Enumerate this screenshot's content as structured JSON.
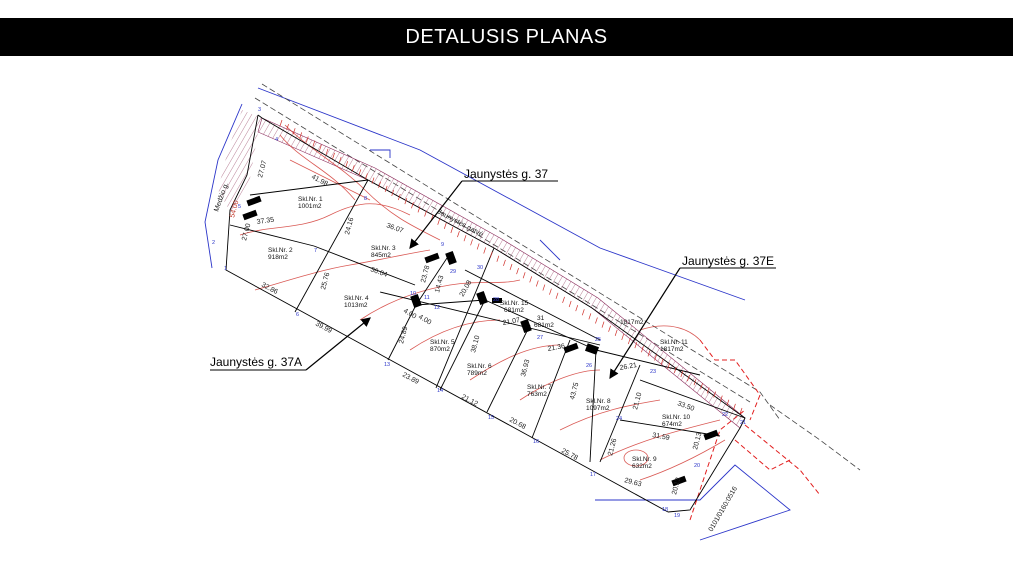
{
  "title": "DETALUSIS PLANAS",
  "callouts": {
    "a": "Jaunystės g. 37",
    "b": "Jaunystės g. 37E",
    "c": "Jaunystės g. 37A"
  },
  "road_name": "Jaunystės gatvė",
  "side_road": "Medžio g.",
  "cadastre": "0101/0160:0516",
  "plots": [
    {
      "nr": "Skl.Nr. 1",
      "area": "1001m2"
    },
    {
      "nr": "Skl.Nr. 2",
      "area": "918m2"
    },
    {
      "nr": "Skl.Nr. 3",
      "area": "845m2"
    },
    {
      "nr": "Skl.Nr. 4",
      "area": "1013m2"
    },
    {
      "nr": "Skl.Nr. 5",
      "area": "870m2"
    },
    {
      "nr": "Skl.Nr. 6",
      "area": "789m2"
    },
    {
      "nr": "Skl.Nr. 7",
      "area": "763m2"
    },
    {
      "nr": "Skl.Nr. 8",
      "area": "1097m2"
    },
    {
      "nr": "Skl.Nr. 9",
      "area": "632m2"
    },
    {
      "nr": "Skl.Nr. 10",
      "area": "674m2"
    },
    {
      "nr": "Skl.Nr. 11",
      "area": "1817m2"
    },
    {
      "nr": "Skl.Nr. 15",
      "area": "681m2"
    },
    {
      "nr": "31",
      "area": "681m2"
    },
    {
      "nr": "",
      "area": "1817m2"
    }
  ],
  "dimensions": [
    "41.98",
    "27.07",
    "37.35",
    "27.00",
    "24.16",
    "36.07",
    "25.76",
    "32.86",
    "36.04",
    "39.99",
    "23.78",
    "14.43",
    "20.08",
    "24.89",
    "23.89",
    "38.10",
    "21.12",
    "36.93",
    "21.07",
    "43.75",
    "20.68",
    "21.36",
    "25.78",
    "26.21",
    "21.10",
    "33.50",
    "21.26",
    "31.59",
    "20.13",
    "29.63",
    "20.13",
    "4.00",
    "4.00",
    "54.00"
  ],
  "point_numbers": [
    "3",
    "4",
    "5",
    "2",
    "1",
    "6",
    "7",
    "8",
    "9",
    "10",
    "11",
    "12",
    "13",
    "14",
    "15",
    "16",
    "17",
    "18",
    "19",
    "20",
    "21",
    "22",
    "23",
    "24",
    "25",
    "26",
    "27",
    "28",
    "29",
    "30"
  ],
  "colors": {
    "boundary": "#000000",
    "points": "#2b35c9",
    "terrain": "#d0302a",
    "protection": "#e21f1f",
    "hatch": "#8a2a5a"
  }
}
